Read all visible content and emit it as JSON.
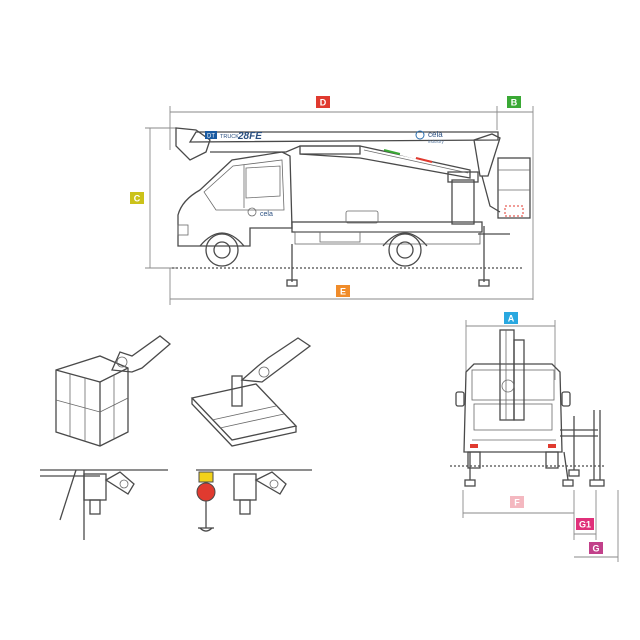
{
  "labels": {
    "A": {
      "text": "A",
      "color": "#29a8e0"
    },
    "B": {
      "text": "B",
      "color": "#3aa935"
    },
    "C": {
      "text": "C",
      "color": "#cbc21a"
    },
    "D": {
      "text": "D",
      "color": "#e03a2f"
    },
    "E": {
      "text": "E",
      "color": "#f08c2a"
    },
    "F": {
      "text": "F",
      "color": "#f4b8c0"
    },
    "G1": {
      "text": "G1",
      "color": "#e0307a"
    },
    "G": {
      "text": "G",
      "color": "#c2408a"
    }
  },
  "branding": {
    "model_prefix": "DT",
    "model_sub": "TRUCK",
    "model_name": "28FE",
    "brand": "cela",
    "brand_sub": "industry"
  }
}
